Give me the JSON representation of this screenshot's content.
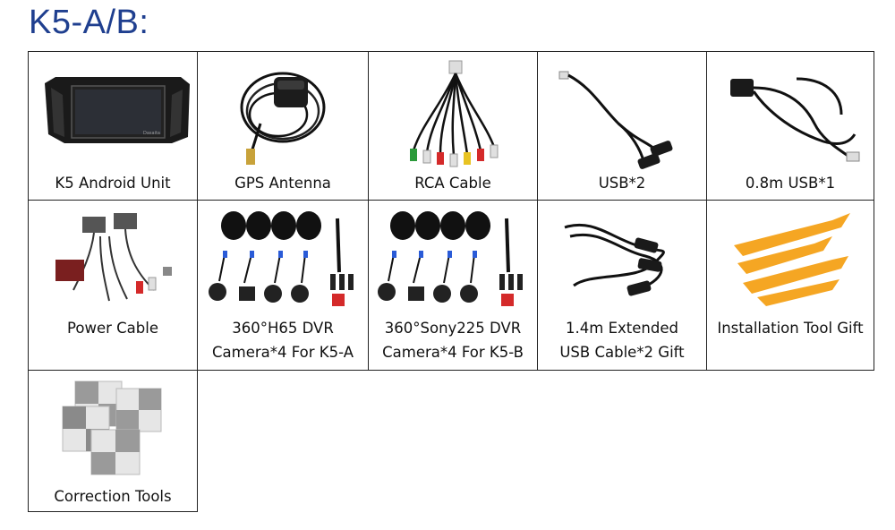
{
  "page": {
    "title": "K5-A/B:"
  },
  "items": [
    {
      "label": [
        "K5 Android Unit"
      ],
      "icon": "head-unit-icon"
    },
    {
      "label": [
        "GPS Antenna"
      ],
      "icon": "gps-antenna-icon"
    },
    {
      "label": [
        "RCA Cable"
      ],
      "icon": "rca-cable-icon"
    },
    {
      "label": [
        "USB*2"
      ],
      "icon": "usb-cable-icon"
    },
    {
      "label": [
        "0.8m USB*1"
      ],
      "icon": "usb-extension-icon"
    },
    {
      "label": [
        "Power Cable"
      ],
      "icon": "power-harness-icon"
    },
    {
      "label": [
        "360°H65 DVR",
        "Camera*4 For K5-A"
      ],
      "icon": "camera-kit-icon"
    },
    {
      "label": [
        "360°Sony225 DVR",
        "Camera*4 For K5-B"
      ],
      "icon": "camera-kit-icon"
    },
    {
      "label": [
        "1.4m Extended",
        "USB Cable*2 Gift"
      ],
      "icon": "usb-cables-icon"
    },
    {
      "label": [
        "Installation Tool Gift"
      ],
      "icon": "pry-tools-icon"
    },
    {
      "label": [
        "Correction Tools"
      ],
      "icon": "calibration-mats-icon"
    }
  ],
  "colors": {
    "title": "#1f3f8f",
    "border": "#222222",
    "tool_orange": "#f5a623"
  }
}
